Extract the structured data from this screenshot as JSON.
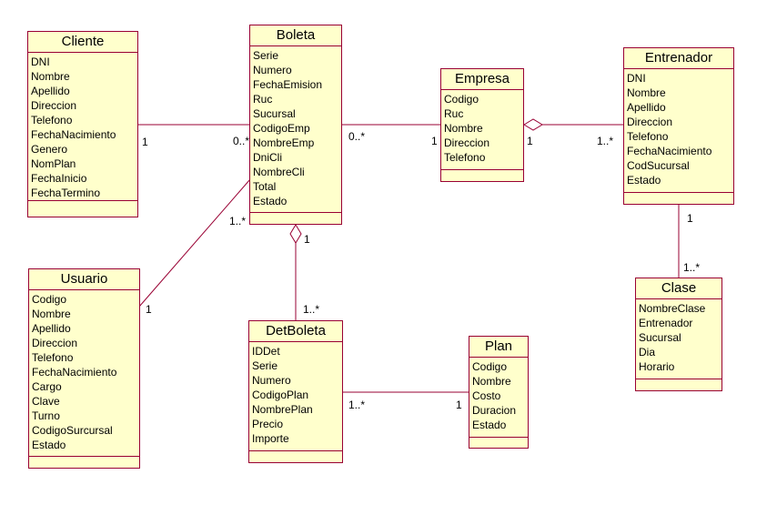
{
  "classes": {
    "cliente": {
      "name": "Cliente",
      "attributes": [
        "DNI",
        "Nombre",
        "Apellido",
        "Direccion",
        "Telefono",
        "FechaNacimiento",
        "Genero",
        "NomPlan",
        "FechaInicio",
        "FechaTermino"
      ]
    },
    "boleta": {
      "name": "Boleta",
      "attributes": [
        "Serie",
        "Numero",
        "FechaEmision",
        "Ruc",
        "Sucursal",
        "CodigoEmp",
        "NombreEmp",
        "DniCli",
        "NombreCli",
        "Total",
        "Estado"
      ]
    },
    "empresa": {
      "name": "Empresa",
      "attributes": [
        "Codigo",
        "Ruc",
        "Nombre",
        "Direccion",
        "Telefono"
      ]
    },
    "entrenador": {
      "name": "Entrenador",
      "attributes": [
        "DNI",
        "Nombre",
        "Apellido",
        "Direccion",
        "Telefono",
        "FechaNacimiento",
        "CodSucursal",
        "Estado"
      ]
    },
    "usuario": {
      "name": "Usuario",
      "attributes": [
        "Codigo",
        "Nombre",
        "Apellido",
        "Direccion",
        "Telefono",
        "FechaNacimiento",
        "Cargo",
        "Clave",
        "Turno",
        "CodigoSurcursal",
        "Estado"
      ]
    },
    "detboleta": {
      "name": "DetBoleta",
      "attributes": [
        "IDDet",
        "Serie",
        "Numero",
        "CodigoPlan",
        "NombrePlan",
        "Precio",
        "Importe"
      ]
    },
    "plan": {
      "name": "Plan",
      "attributes": [
        "Codigo",
        "Nombre",
        "Costo",
        "Duracion",
        "Estado"
      ]
    },
    "clase": {
      "name": "Clase",
      "attributes": [
        "NombreClase",
        "Entrenador",
        "Sucursal",
        "Dia",
        "Horario"
      ]
    }
  },
  "associations": {
    "cliente_boleta": {
      "from": "1",
      "to": "0..*"
    },
    "boleta_empresa": {
      "from": "0..*",
      "to": "1"
    },
    "empresa_entrenador": {
      "from": "1",
      "to": "1..*"
    },
    "usuario_boleta": {
      "from": "1",
      "to": "1..*"
    },
    "boleta_detboleta": {
      "from": "1",
      "to": "1..*"
    },
    "detboleta_plan": {
      "from": "1..*",
      "to": "1"
    },
    "entrenador_clase": {
      "from": "1",
      "to": "1..*"
    }
  },
  "colors": {
    "border": "#990033",
    "fill": "#ffffcc",
    "line": "#990033"
  }
}
